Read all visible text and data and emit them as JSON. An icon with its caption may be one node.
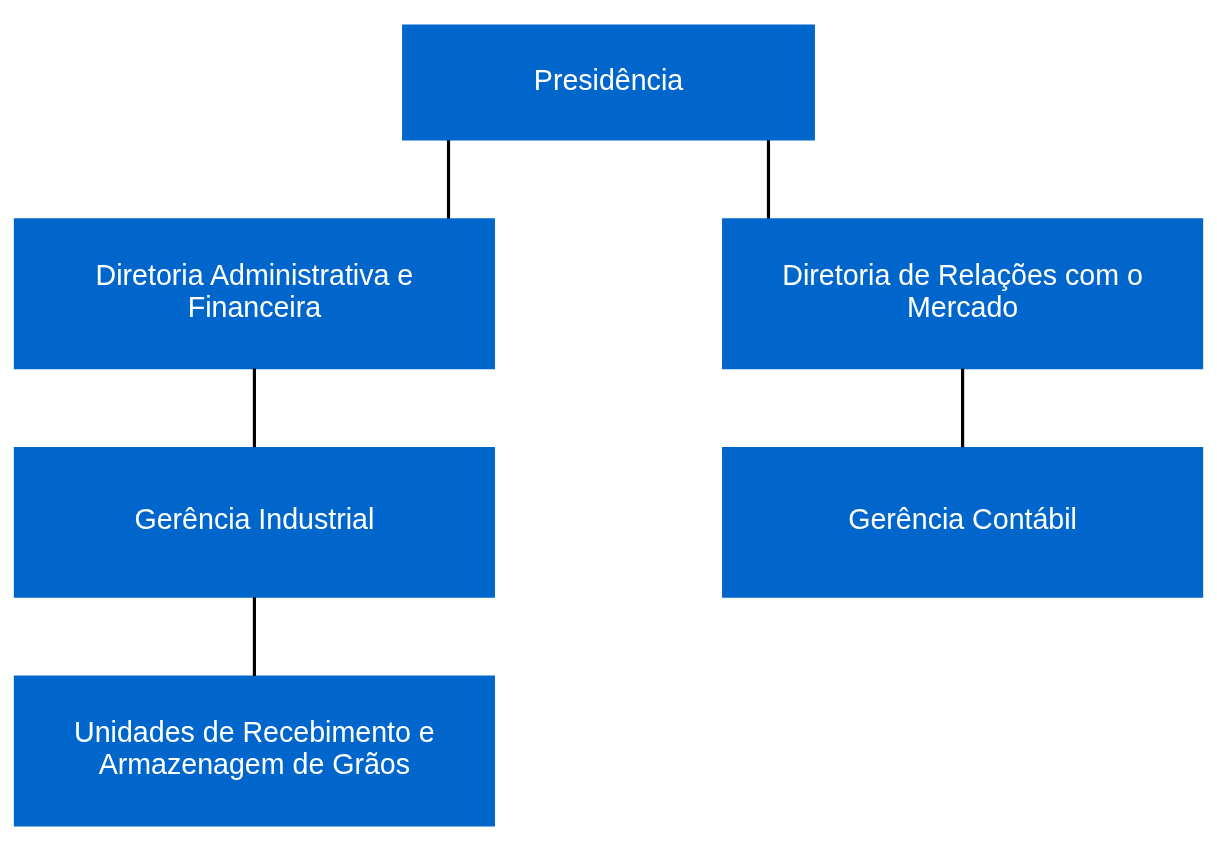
{
  "diagram": {
    "nodes": [
      {
        "text": [
          "Presidência"
        ]
      },
      {
        "text": [
          "Diretoria Administrativa e Financeira"
        ]
      },
      {
        "text": [
          "Diretoria de Relações com o Mercado"
        ]
      },
      {
        "text": [
          "Gerência Industrial"
        ]
      },
      {
        "text": [
          "Gerência Contábil"
        ]
      },
      {
        "text": [
          "Unidades de Recebimento e Armazenagem de Grãos"
        ]
      }
    ],
    "edges": [
      {
        "from": 0,
        "to": 1,
        "arrow": "none"
      },
      {
        "from": 0,
        "to": 2,
        "arrow": "none"
      },
      {
        "from": 1,
        "to": 3,
        "arrow": "none"
      },
      {
        "from": 2,
        "to": 4,
        "arrow": "none"
      },
      {
        "from": 3,
        "to": 5,
        "arrow": "none"
      }
    ]
  }
}
